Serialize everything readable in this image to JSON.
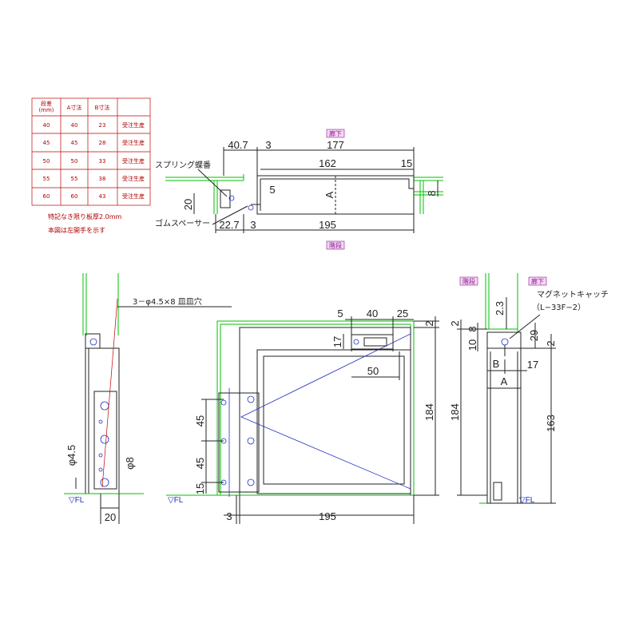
{
  "table": {
    "headers": [
      "段差\n(mm)",
      "A寸法",
      "B寸法",
      ""
    ],
    "header_step": "段差",
    "header_unit": "(mm)",
    "rows": [
      [
        "40",
        "40",
        "23",
        "受注生産"
      ],
      [
        "45",
        "45",
        "28",
        "受注生産"
      ],
      [
        "50",
        "50",
        "33",
        "受注生産"
      ],
      [
        "55",
        "55",
        "38",
        "受注生産"
      ],
      [
        "60",
        "60",
        "43",
        "受注生産"
      ]
    ]
  },
  "notes": [
    "特記なき限り板厚2.0mm",
    "本図は左開手を示す"
  ],
  "tags": {
    "plan_top": "廊下",
    "plan_bottom": "階段",
    "side_left": "階段",
    "side_right": "廊下"
  },
  "plan": {
    "dims_top": [
      "40.7",
      "3",
      "177"
    ],
    "dim_162": "162",
    "dim_15": "15",
    "dim_5": "5",
    "dim_A": "A",
    "dim_20": "20",
    "dim_8": "8",
    "dims_bottom": [
      "22.7",
      "3",
      "195"
    ],
    "label_spring": "スプリング蝶番",
    "label_rubber": "ゴムスペーサー"
  },
  "front": {
    "label_screw": "3－φ4.5×8 皿皿穴",
    "dims_top": [
      "5",
      "40",
      "25"
    ],
    "dim_2": "2",
    "dim_17": "17",
    "dim_50": "50",
    "dim_184": "184",
    "dims_left": [
      "45",
      "45",
      "15"
    ],
    "dims_bottom": [
      "3",
      "195"
    ],
    "fl": "▽FL"
  },
  "hinge": {
    "dim_phi45": "φ4.5",
    "dim_phi8": "φ8",
    "dim_20": "20",
    "fl": "▽FL"
  },
  "side": {
    "label_catch": "マグネットキャッチ",
    "label_catch_model": "（L−33F−2）",
    "dims_right_top": [
      "2.3",
      "29",
      "2"
    ],
    "dims_left_top": [
      "2",
      "8",
      "10"
    ],
    "dim_184": "184",
    "dim_163": "163",
    "dim_B": "B",
    "dim_17": "17",
    "dim_A": "A",
    "fl": "▽FL"
  }
}
